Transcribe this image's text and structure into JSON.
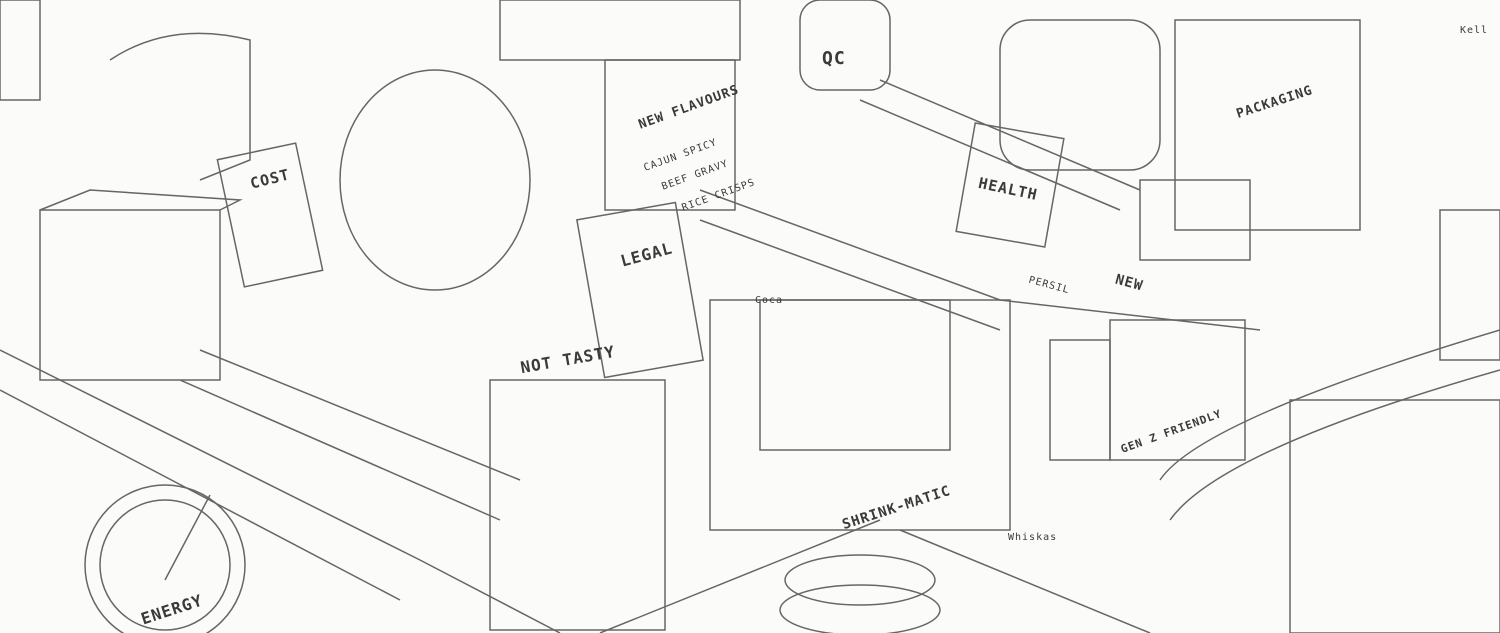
{
  "scene": {
    "labels": {
      "cost": "COST",
      "new_flavours": "NEW FLAVOURS",
      "flavours": [
        "CAJUN SPICY",
        "BEEF GRAVY",
        "RICE CRISPS"
      ],
      "legal": "LEGAL",
      "not_tasty": "NOT TASTY",
      "qc": "QC",
      "health": "HEALTH",
      "packaging": "PACKAGING",
      "energy": "ENERGY",
      "shrink_matic": "SHRINK-MATIC",
      "gen_z_friendly": "GEN Z FRIENDLY",
      "new": "NEW",
      "persil": "PERSIL",
      "coca": "Coca",
      "whiskas": "Whiskas",
      "kellogg": "Kell"
    },
    "stroke_color": "#555555",
    "paper_color": "#fbfbfa"
  }
}
